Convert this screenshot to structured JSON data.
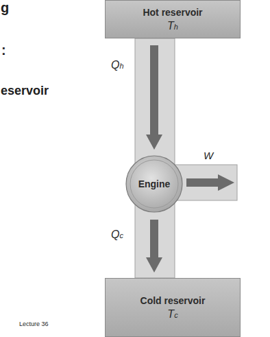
{
  "diagram": {
    "nodes": [
      {
        "text": [
          "Hot reservoir",
          "Th"
        ]
      },
      {
        "text": [
          "Engine"
        ]
      },
      {
        "text": [
          "Cold reservoir",
          "Tc"
        ]
      }
    ],
    "edges": [
      {
        "from": 0,
        "to": 1,
        "label": "Qh",
        "arrow": "to"
      },
      {
        "from": 1,
        "to": 2,
        "label": "Qc",
        "arrow": "to"
      }
    ],
    "labels": [
      "g",
      ":",
      "eservoir",
      "W",
      "Lecture 36"
    ]
  }
}
